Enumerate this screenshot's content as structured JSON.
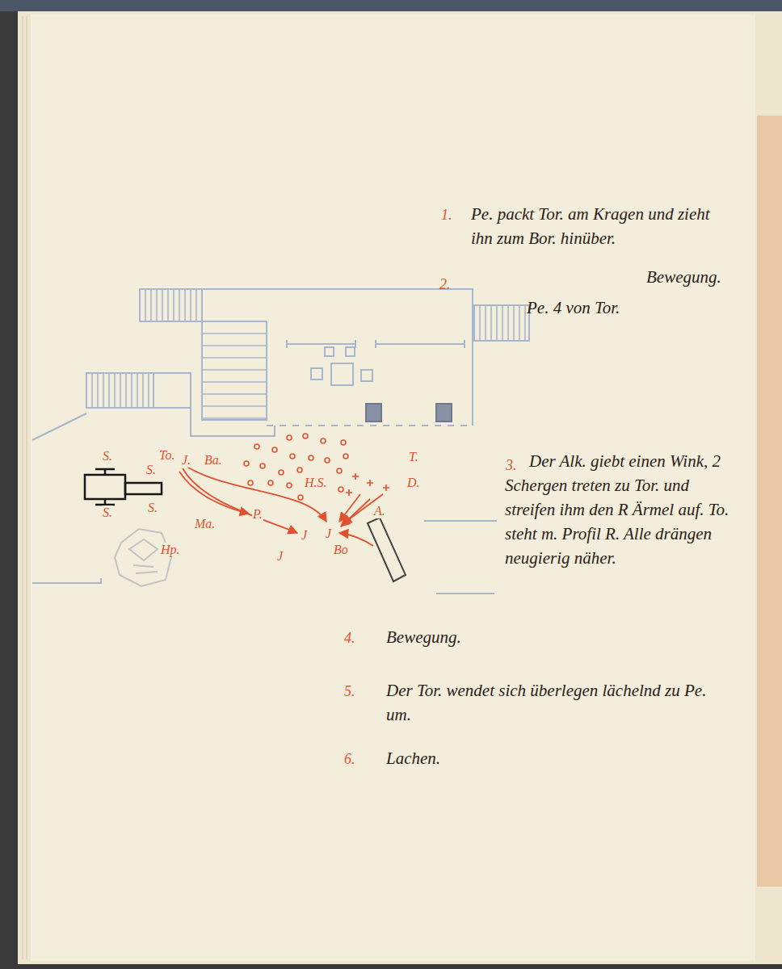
{
  "diagram": {
    "labels": [
      "1.",
      "Pe. packt Tor. am Kragen und zieht ihn zum Bor. hinüber.",
      "Bewegung.",
      "2.",
      "Pe. 4 von Tor.",
      "S.",
      "S.",
      "S.",
      "S.",
      "To.",
      "J.",
      "Ba.",
      "Ma.",
      "Hp.",
      "P.",
      "J",
      "J",
      "J",
      "Bo",
      "H.S.",
      "T.",
      "D.",
      "A.",
      "3.",
      "Der Alk. giebt einen Wink, 2 Schergen treten zu Tor. und streifen ihm den R Ärmel auf. To. steht m. Profil R. Alle drängen neugierig näher.",
      "4.",
      "Bewegung.",
      "5.",
      "Der Tor. wendet sich überlegen lächelnd zu Pe. um.",
      "6.",
      "Lachen."
    ]
  }
}
